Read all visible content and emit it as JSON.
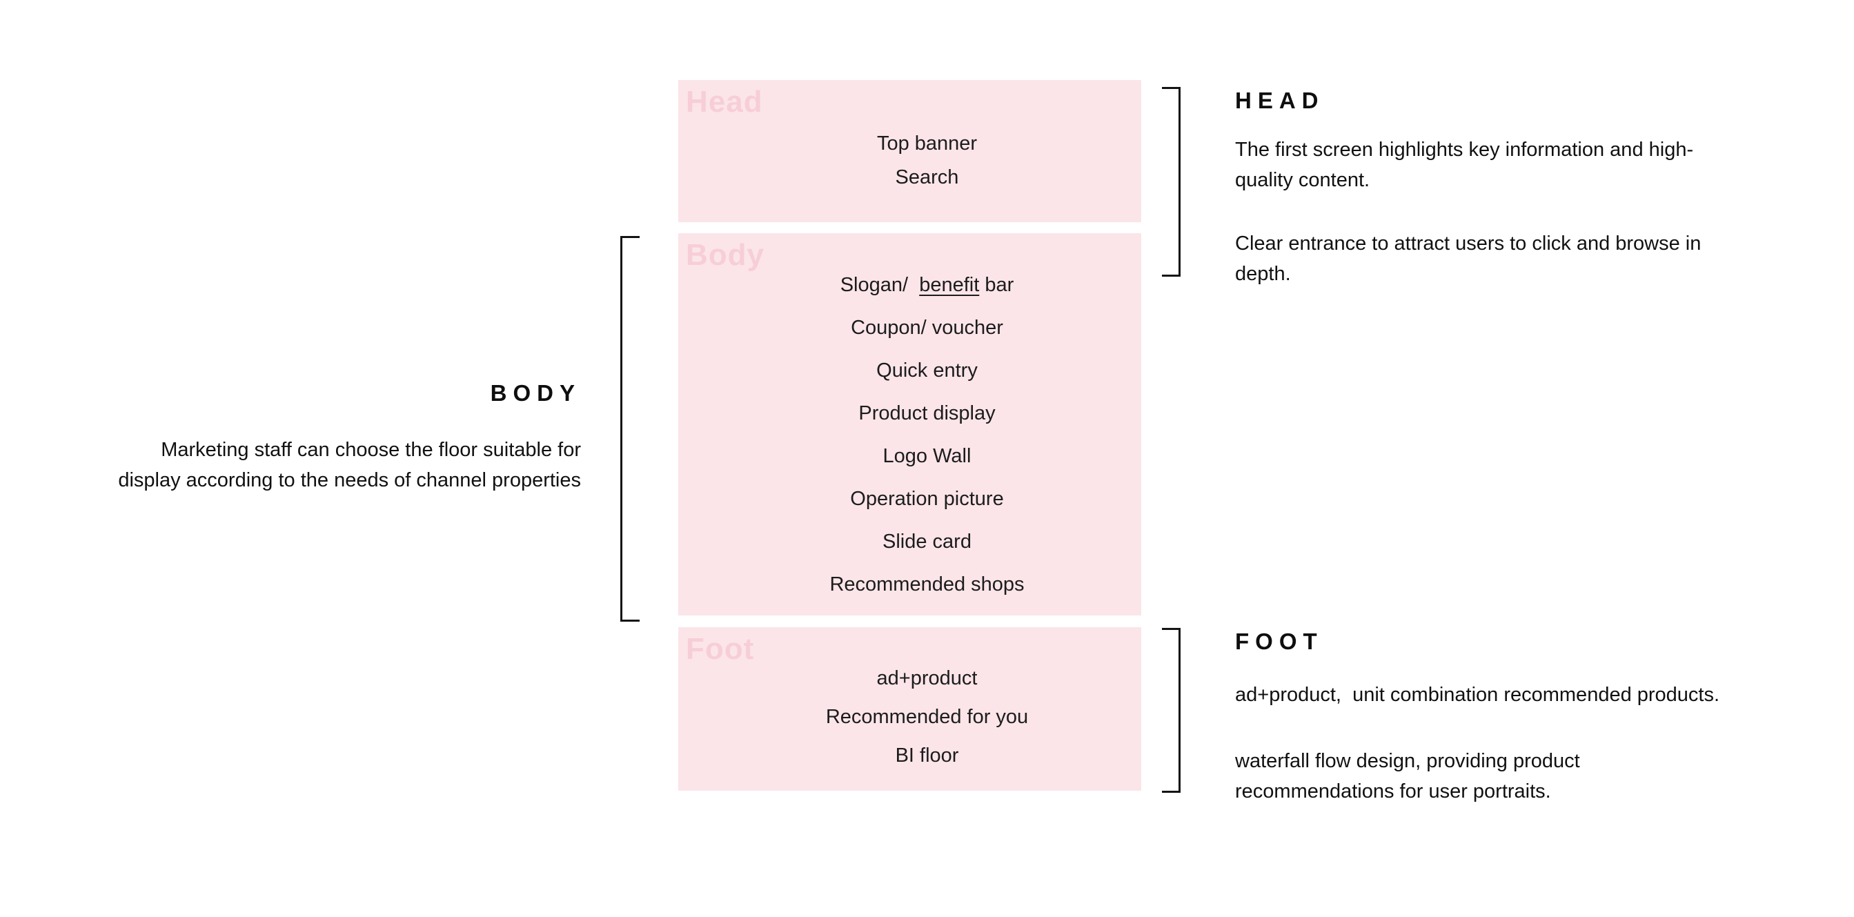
{
  "palette": {
    "box_background": "#fbe5e9",
    "box_label_pink": "#f7ced7",
    "text_black": "#111111",
    "bracket_line": "#141414"
  },
  "boxes": {
    "head": {
      "label": "Head",
      "items": [
        "Top banner",
        "Search"
      ]
    },
    "body": {
      "label": "Body",
      "items": [
        {
          "parts": [
            {
              "text": "Slogan/  "
            },
            {
              "text": "benefit",
              "underline": true
            },
            {
              "text": " bar"
            }
          ]
        },
        "Coupon/ voucher",
        "Quick entry",
        "Product display",
        "Logo Wall",
        "Operation picture",
        "Slide card",
        "Recommended shops"
      ]
    },
    "foot": {
      "label": "Foot",
      "items": [
        "ad+product",
        "Recommended for you",
        "BI floor"
      ]
    }
  },
  "annotations": {
    "head": {
      "title": "HEAD",
      "paragraphs": [
        "The first screen highlights key information and high-\nquality content.",
        "Clear entrance to attract users to click and browse in\ndepth."
      ]
    },
    "body": {
      "title": "BODY",
      "paragraph": "Marketing staff can choose the floor suitable for\ndisplay according to the needs of channel properties"
    },
    "foot": {
      "title": "FOOT",
      "paragraphs": [
        "ad+product,  unit combination recommended products.",
        "waterfall flow design, providing product\nrecommendations for user portraits."
      ]
    }
  }
}
